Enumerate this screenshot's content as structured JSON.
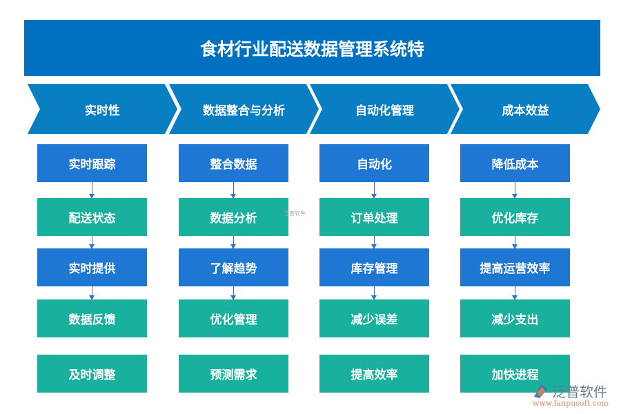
{
  "title": "食材行业配送数据管理系统特",
  "columns": [
    {
      "heading": "实时性",
      "items": [
        "实时跟踪",
        "配送状态",
        "实时提供",
        "数据反馈",
        "及时调整"
      ]
    },
    {
      "heading": "数据整合与分析",
      "items": [
        "整合数据",
        "数据分析",
        "了解趋势",
        "优化管理",
        "预测需求"
      ]
    },
    {
      "heading": "自动化管理",
      "items": [
        "自动化",
        "订单处理",
        "库存管理",
        "减少误差",
        "提高效率"
      ]
    },
    {
      "heading": "成本效益",
      "items": [
        "降低成本",
        "优化库存",
        "提高运营效率",
        "减少支出",
        "加快进程"
      ]
    }
  ],
  "watermark": {
    "center": "泛普软件",
    "brand": "泛普软件",
    "url": "www.fanpusoft.com"
  },
  "colors": {
    "header": "#0070c0",
    "chevron": "#0a7ec2",
    "blue_box": "#1f77d4",
    "teal_box": "#1ab09e"
  }
}
